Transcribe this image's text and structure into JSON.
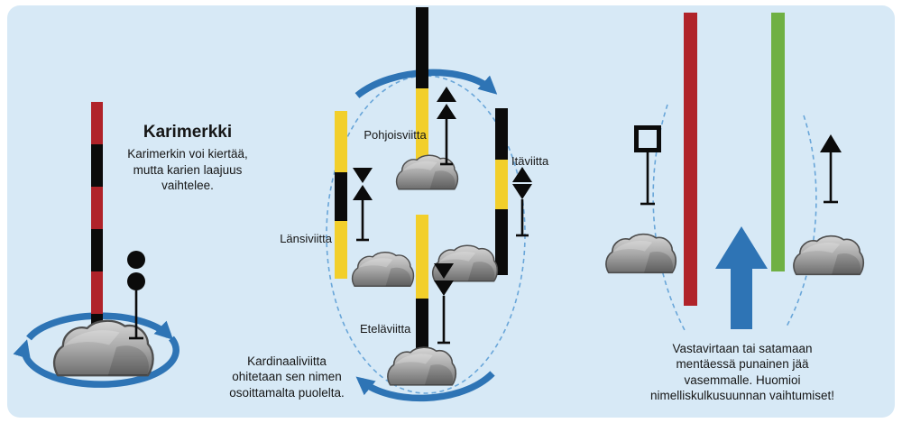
{
  "karimerkki": {
    "title": "Karimerkki",
    "description": "Karimerkin voi kiertää,\nmutta karien laajuus\nvaihtelee."
  },
  "cardinal": {
    "north_label": "Pohjoisviitta",
    "east_label": "Itäviitta",
    "west_label": "Länsiviitta",
    "south_label": "Eteläviitta",
    "caption": "Kardinaaliviitta\nohitetaan sen nimen\nosoittamalta puolelta."
  },
  "lateral": {
    "caption": "Vastavirtaan tai satamaan\nmentäessä punainen jää\nvasemmalle. Huomioi\nnimelliskulkusuunnan vaihtumiset!"
  },
  "colors": {
    "panel_background": "#d7e9f6",
    "marker_red": "#b0232a",
    "marker_yellow": "#f2cf2b",
    "marker_green": "#6fb043",
    "marker_black": "#0b0b0b",
    "arrow_blue": "#2e74b5",
    "dashed_line_blue": "#69a6d9",
    "rock_gray": "#a9a9a9",
    "text": "#161616"
  },
  "icons": {
    "karimerkki_topmark": "two-balls-topmark",
    "north_topmark": "two-cones-up-topmark",
    "south_topmark": "two-cones-down-topmark",
    "east_topmark": "cones-base-to-base-topmark",
    "west_topmark": "cones-point-to-point-topmark",
    "port_topmark": "square-topmark",
    "starboard_topmark": "cone-up-topmark",
    "flow_arrow": "up-arrow",
    "rotation_arrows": "curved-rotation-arrows",
    "route_lines": "dashed-route-ellipse"
  }
}
